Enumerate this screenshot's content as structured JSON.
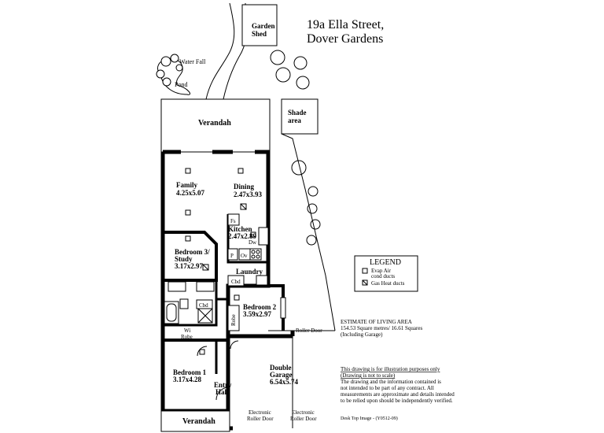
{
  "address": {
    "line1": "19a Ella Street,",
    "line2": "Dover Gardens"
  },
  "rooms": {
    "garden_shed": [
      "Garden",
      "Shed"
    ],
    "water_fall": "Water Fall",
    "pond": "Pond",
    "shade_area": [
      "Shade",
      "area"
    ],
    "verandah_top": "Verandah",
    "family": [
      "Family",
      "4.25x5.07"
    ],
    "dining": [
      "Dining",
      "2.47x3.93"
    ],
    "kitchen": [
      "Kitchen",
      "2.47x2.89"
    ],
    "fs": "Fs",
    "dw": "Dw",
    "p": "P",
    "ov": "Ov",
    "bedroom3": [
      "Bedroom 3/",
      "Study",
      "3.17x2.97"
    ],
    "laundry": "Laundry",
    "cbd1": "Cbd",
    "cbd2": "Cbd",
    "bedroom2": [
      "Bedroom 2",
      "3.59x2.97"
    ],
    "robe": "Robe",
    "wi_robe": [
      "Wi",
      "Robe"
    ],
    "roller_door": "Roller Door",
    "bedroom1": [
      "Bedroom 1",
      "3.17x4.28"
    ],
    "entry_hall": [
      "Entry",
      "Hall"
    ],
    "double_garage": [
      "Double",
      "Garage",
      "6.54x5.74"
    ],
    "electronic_door_1": [
      "Electronic",
      "Roller Door"
    ],
    "electronic_door_2": [
      "Electronic",
      "Roller Door"
    ],
    "verandah_bottom": "Verandah"
  },
  "legend": {
    "title": "LEGEND",
    "evap": [
      "Evap Air",
      "cond ducts"
    ],
    "gas": "Gas Heat ducts"
  },
  "estimate": {
    "title": "ESTIMATE OF LIVING AREA",
    "line1": "154.53 Square metres/  16.61 Squares",
    "line2": "(Including Garage)"
  },
  "disclaimer": {
    "line1": "This drawing is for illustration purposes only",
    "line2": "(Drawing is not to scale)",
    "body": [
      "The drawing and the information contained is",
      "not intended to be part of any contract.  All",
      "measurements are approximate and details intended",
      "to be relied upon should be independently verified."
    ]
  },
  "footer": "Desk Top Image -  (Y0512-09)"
}
